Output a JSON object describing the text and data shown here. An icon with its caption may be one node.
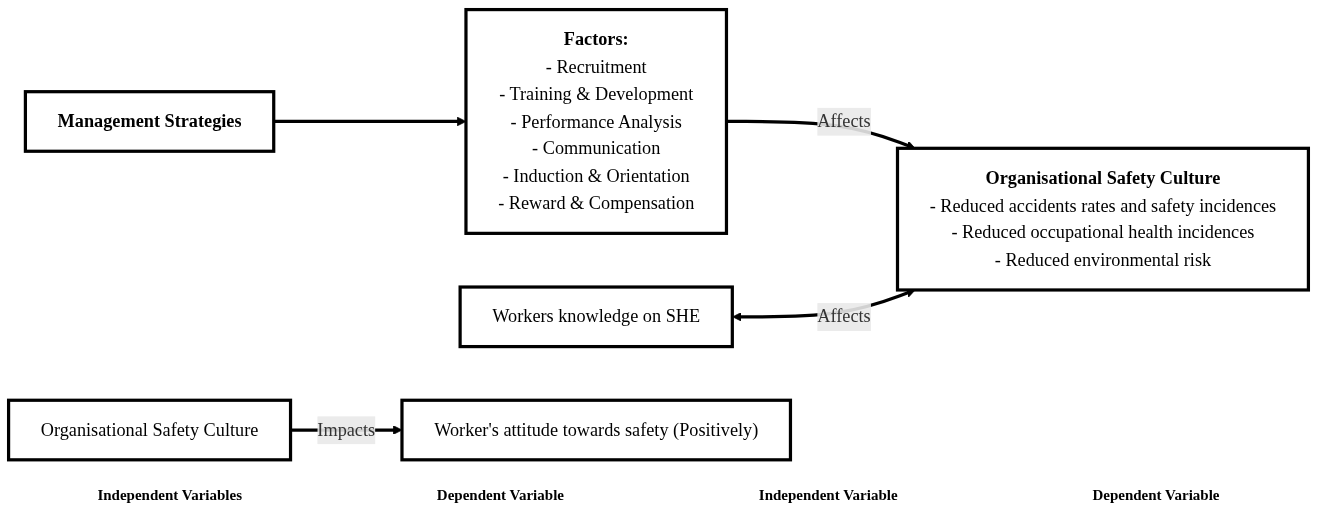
{
  "diagram": {
    "nodes": [
      {
        "text": [
          "Management Strategies"
        ]
      },
      {
        "text": [
          "Factors:",
          "- Recruitment",
          "- Training & Development",
          "- Performance Analysis",
          "- Communication",
          "- Induction & Orientation",
          "- Reward & Compensation"
        ]
      },
      {
        "text": [
          "Organisational Safety Culture",
          "- Reduced accidents rates and safety incidences",
          "- Reduced occupational health incidences",
          "- Reduced environmental risk"
        ]
      },
      {
        "text": [
          "Workers knowledge on SHE"
        ]
      },
      {
        "text": [
          "Organisational Safety Culture"
        ]
      },
      {
        "text": [
          "Worker's attitude towards safety (Positively)"
        ]
      }
    ],
    "edges": [
      {
        "from": 0,
        "to": 1,
        "arrow": "to"
      },
      {
        "from": 1,
        "to": 2,
        "arrow": "to",
        "label": "Affects"
      },
      {
        "from": 3,
        "to": 2,
        "arrow": "both",
        "label": "Affects"
      },
      {
        "from": 4,
        "to": 5,
        "arrow": "to",
        "label": "Impacts"
      }
    ],
    "labels": [
      "Independent Variables",
      "Dependent Variable",
      "Independent Variable",
      "Dependent Variable"
    ]
  }
}
